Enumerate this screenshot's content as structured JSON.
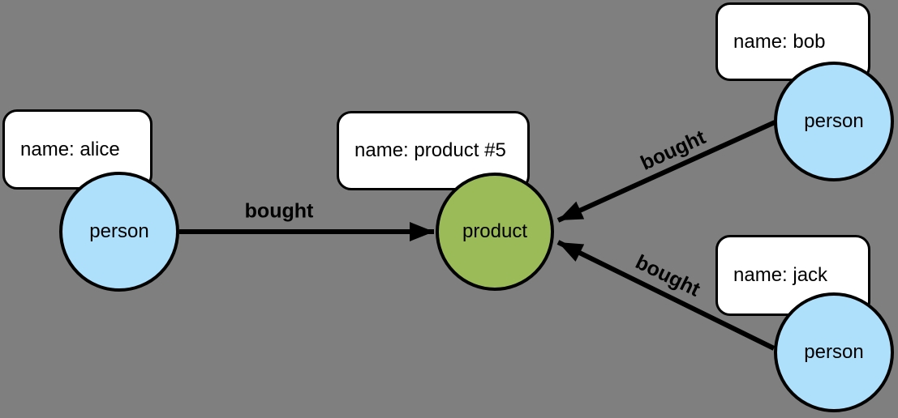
{
  "diagram": {
    "background_color": "#7F7F7F",
    "colors": {
      "person_node_fill": "#AEDFFB",
      "product_node_fill": "#9BBB59",
      "node_border": "#000000",
      "edge_color": "#000000",
      "property_box_fill": "#FFFFFF",
      "property_box_border": "#000000"
    },
    "nodes": [
      {
        "id": "alice",
        "label": "person",
        "property": "name: alice"
      },
      {
        "id": "product5",
        "label": "product",
        "property": "name: product #5"
      },
      {
        "id": "bob",
        "label": "person",
        "property": "name: bob"
      },
      {
        "id": "jack",
        "label": "person",
        "property": "name: jack"
      }
    ],
    "edges": [
      {
        "from": "alice",
        "to": "product5",
        "label": "bought"
      },
      {
        "from": "bob",
        "to": "product5",
        "label": "bought"
      },
      {
        "from": "jack",
        "to": "product5",
        "label": "bought"
      }
    ]
  }
}
